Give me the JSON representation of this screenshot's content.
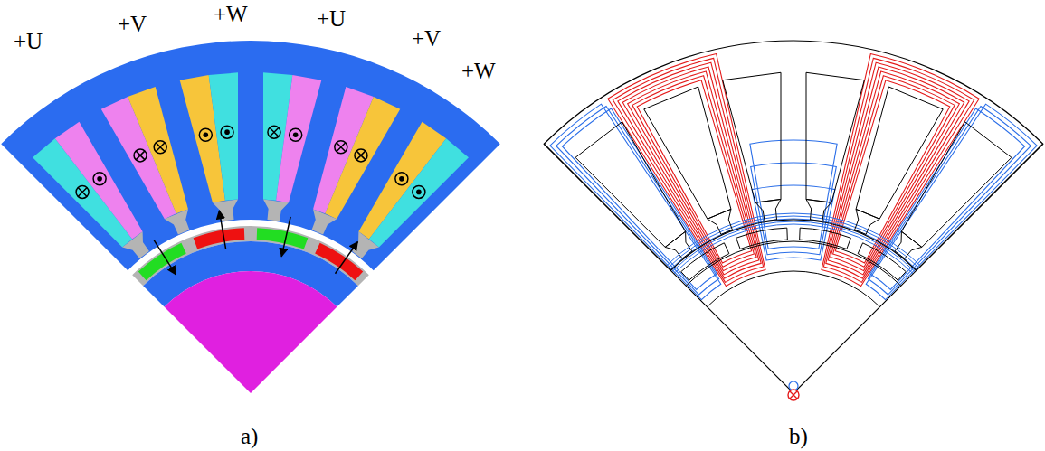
{
  "diagram": {
    "labels": [
      "+U",
      "+V",
      "+W",
      "+U",
      "+V",
      "+W",
      "a)",
      "b)"
    ]
  }
}
